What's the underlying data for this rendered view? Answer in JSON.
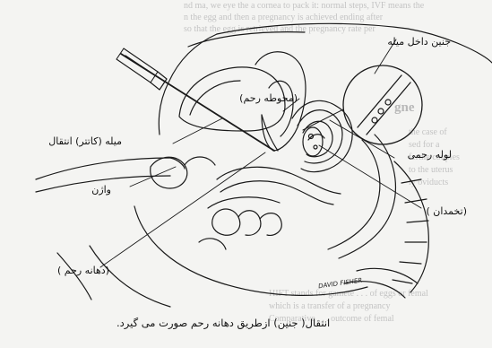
{
  "labels": {
    "fetus_in_catheter": "جنین داخل میله",
    "uterine_cavity": "(محوطه رحم)",
    "catheter": "میله (کاتتر) انتقال",
    "fallopian_tube": "لوله رحمی",
    "vagina": "واژن",
    "ovary": "(تخمدان )",
    "cervix": "(دهانه رحم )"
  },
  "caption": "انتقال( جنین) ازطریق دهانه رحم صورت می گیرد.",
  "signature": "DAVID FISHER",
  "background_text": {
    "heading": "gne",
    "lines": [
      "nd ma, we eye the a cornea to pack it: normal steps, IVF means the",
      "n the egg and then a pregnancy is achieved ending after",
      "so that the egg is retrieved and the pregnancy rate per",
      "the case of",
      "sed for a",
      "fertile couples",
      "to the uterus",
      "ly oviducts",
      "HIFT stands for gamete . . . of eggs or femal",
      "which is a transfer of a pregnancy",
      "Comparative . . . outcome of femal"
    ]
  }
}
